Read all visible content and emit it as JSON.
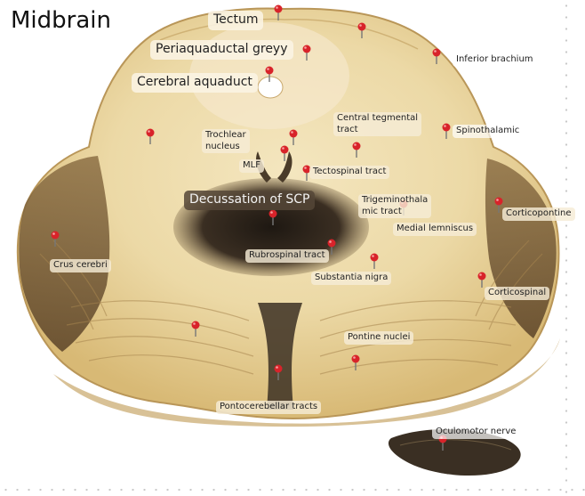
{
  "title": "Midbrain",
  "labels": {
    "tectum": "Tectum",
    "periaqueductal": "Periaquaductal greyy",
    "aqueduct": "Cerebral aquaduct",
    "inferior_brachium": "Inferior brachium",
    "central_tegmental_1": "Central tegmental",
    "central_tegmental_2": "tract",
    "spinothalamic": "Spinothalamic",
    "trochlear_1": "Trochlear",
    "trochlear_2": "nucleus",
    "mlf": "MLF",
    "tectospinal": "Tectospinal tract",
    "decussation": "Decussation of SCP",
    "trigeminothalamic_1": "Trigeminothala",
    "trigeminothalamic_2": "mic tract",
    "corticopontine": "Corticopontine",
    "medial_lemniscus": "Medial lemniscus",
    "crus_cerebri": "Crus cerebri",
    "rubrospinal": "Rubrospinal tract",
    "substantia_nigra": "Substantia nigra",
    "corticospinal": "Corticospinal",
    "pontine_nuclei": "Pontine nuclei",
    "pontocerebellar": "Pontocerebellar tracts",
    "oculomotor": "Oculomotor nerve"
  },
  "colors": {
    "tissue_light": "#efdcaa",
    "tissue_mid": "#d9bb7c",
    "tissue_dark": "#2d241b",
    "pin_red": "#d8232a",
    "label_bg": "#f5ecd6"
  }
}
